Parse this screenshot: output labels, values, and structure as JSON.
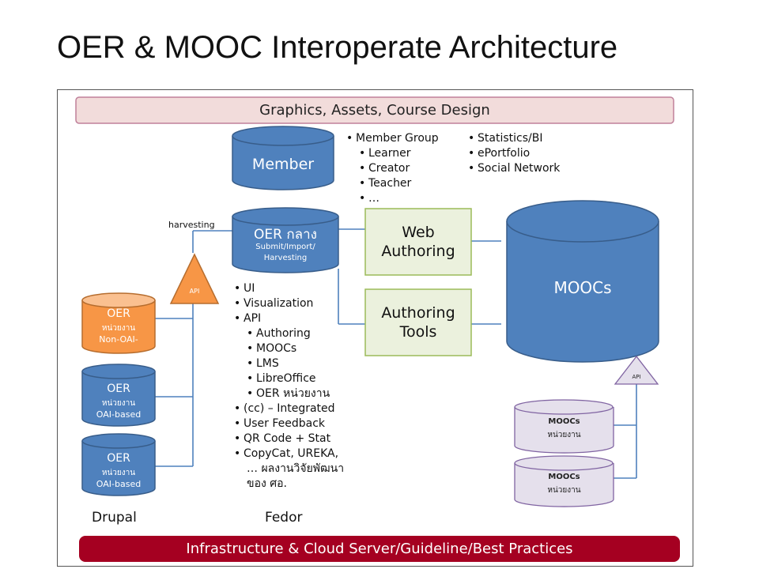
{
  "title": "OER & MOOC Interoperate Architecture",
  "top_bar": "Graphics, Assets, Course Design",
  "bottom_bar": "Infrastructure & Cloud Server/Guideline/Best Practices",
  "member": "Member",
  "member_list": {
    "groups": [
      {
        "label": "Member Group",
        "children": [
          "Learner",
          "Creator",
          "Teacher",
          "…"
        ]
      }
    ],
    "extras": [
      "Statistics/BI",
      "ePortfolio",
      "Social Network"
    ]
  },
  "oer_center": {
    "title": "OER กลาง",
    "sub1": "Submit/Import/",
    "sub2": "Harvesting"
  },
  "harvesting": "harvesting",
  "api_left": "API",
  "api_right": "API",
  "web_authoring": {
    "line1": "Web",
    "line2": "Authoring"
  },
  "authoring_tools": {
    "line1": "Authoring",
    "line2": "Tools"
  },
  "moocs": "MOOCs",
  "oer_orange": {
    "title": "OER",
    "line1": "หน่วยงาน",
    "line2": "Non-OAI-"
  },
  "oer_blue_1": {
    "title": "OER",
    "line1": "หน่วยงาน",
    "line2": "OAI-based"
  },
  "oer_blue_2": {
    "title": "OER",
    "line1": "หน่วยงาน",
    "line2": "OAI-based"
  },
  "moocs_unit_1": {
    "line1": "MOOCs",
    "line2": "หน่วยงาน"
  },
  "moocs_unit_2": {
    "line1": "MOOCs",
    "line2": "หน่วยงาน"
  },
  "features": {
    "a": [
      "UI",
      "Visualization",
      "API"
    ],
    "api_children": [
      "Authoring",
      "MOOCs",
      "LMS",
      "LibreOffice",
      "OER หน่วยงาน"
    ],
    "b": [
      "(cc) – Integrated",
      "User Feedback",
      "QR Code + Stat",
      "CopyCat, UREKA,"
    ],
    "tail1": "… ผลงานวิจัยพัฒนา",
    "tail2": "ของ ศอ."
  },
  "drupal": "Drupal",
  "fedora": "Fedor",
  "colors": {
    "blue": "#4f81bd",
    "blue_dark": "#385d8a",
    "orange": "#f79646",
    "green_box": "#ebf1dd",
    "green_border": "#9bbb59",
    "pink": "#f2dcdb",
    "lavender": "#e5e0ec",
    "red": "#a50021"
  }
}
